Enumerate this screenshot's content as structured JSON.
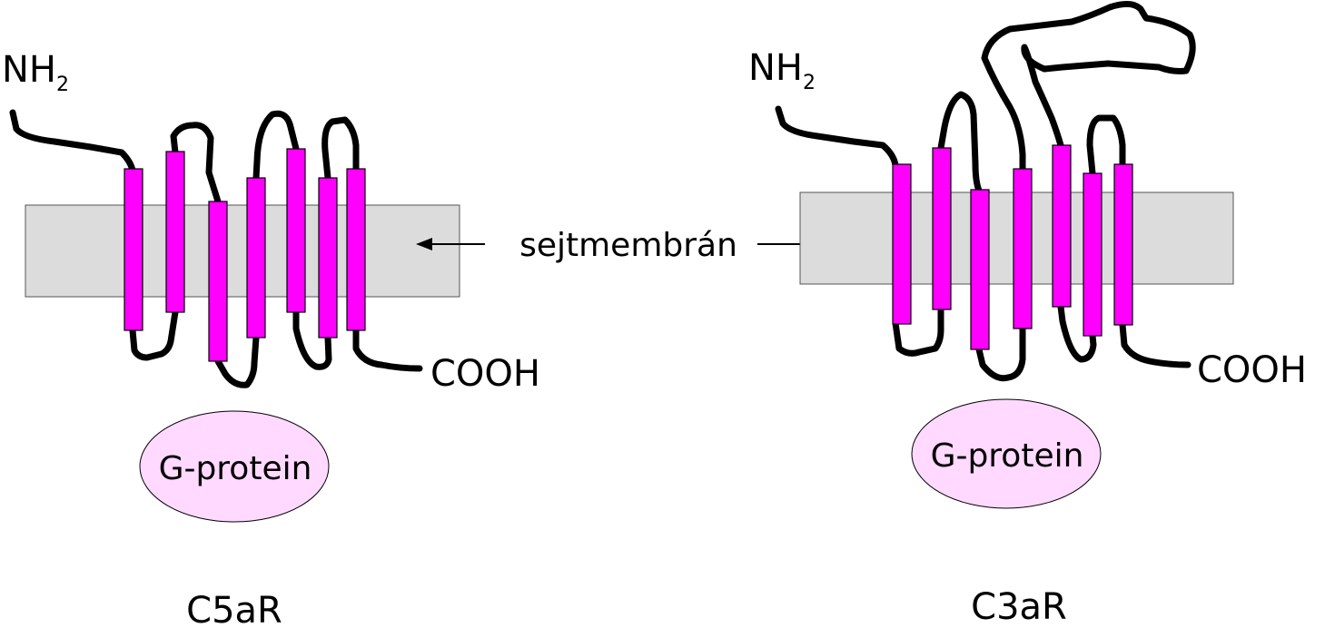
{
  "membrane_label": "sejtmembrán",
  "colors": {
    "helix": "#ff00ff",
    "membrane": "#dcdcdc",
    "g_protein": "#ffd9ff",
    "loop": "#000000"
  },
  "receptors": [
    {
      "name": "C5aR",
      "n_terminus": "NH",
      "n_terminus_subscript": "2",
      "c_terminus": "COOH",
      "g_protein_label": "G-protein"
    },
    {
      "name": "C3aR",
      "n_terminus": "NH",
      "n_terminus_subscript": "2",
      "c_terminus": "COOH",
      "g_protein_label": "G-protein"
    }
  ]
}
